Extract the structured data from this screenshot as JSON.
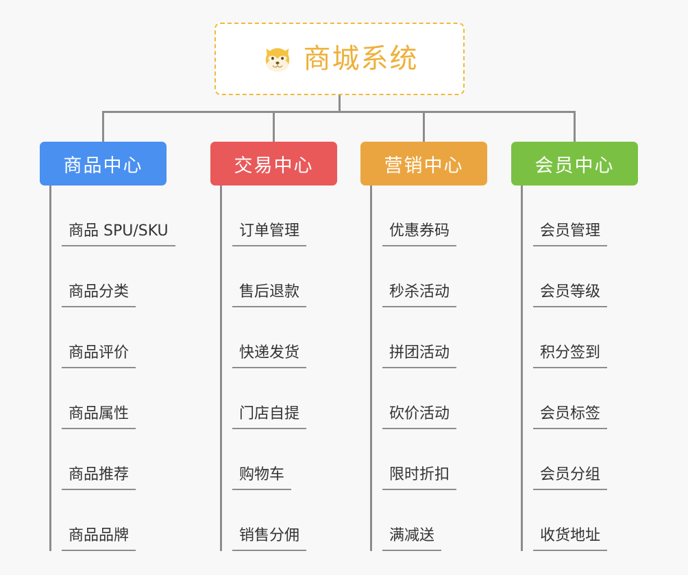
{
  "canvas": {
    "background": "#f8f8f8",
    "line_color": "#8c8c8c"
  },
  "root": {
    "title": "商城系统",
    "icon": "shiba-dog-face-icon",
    "text_color": "#eeb03a",
    "border_color": "#f0b93c",
    "background": "#ffffff"
  },
  "branches": [
    {
      "label": "商品中心",
      "color": "#4a90f0",
      "items": [
        "商品 SPU/SKU",
        "商品分类",
        "商品评价",
        "商品属性",
        "商品推荐",
        "商品品牌"
      ]
    },
    {
      "label": "交易中心",
      "color": "#e9595a",
      "items": [
        "订单管理",
        "售后退款",
        "快递发货",
        "门店自提",
        "购物车",
        "销售分佣"
      ]
    },
    {
      "label": "营销中心",
      "color": "#eba540",
      "items": [
        "优惠券码",
        "秒杀活动",
        "拼团活动",
        "砍价活动",
        "限时折扣",
        "满减送"
      ]
    },
    {
      "label": "会员中心",
      "color": "#7ac143",
      "items": [
        "会员管理",
        "会员等级",
        "积分签到",
        "会员标签",
        "会员分组",
        "收货地址"
      ]
    }
  ]
}
